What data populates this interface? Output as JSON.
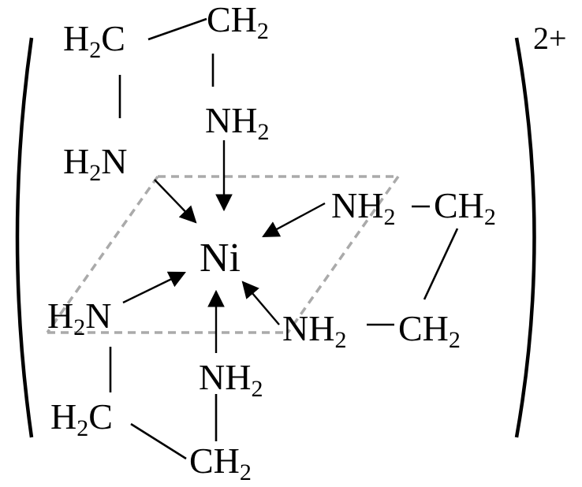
{
  "complex": {
    "metal": "Ni",
    "charge": "2+"
  },
  "ligands": [
    {
      "name": "ethylenediamine-top",
      "carbons": [
        {
          "main": "H",
          "sub": "2",
          "tail": "C"
        },
        {
          "main": "CH",
          "sub": "2",
          "tail": ""
        }
      ],
      "nitrogens": [
        {
          "main": "NH",
          "sub": "2",
          "tail": ""
        },
        {
          "main": "H",
          "sub": "2",
          "tail": "N"
        }
      ]
    },
    {
      "name": "ethylenediamine-right",
      "carbons": [
        {
          "main": "CH",
          "sub": "2",
          "tail": ""
        },
        {
          "main": "CH",
          "sub": "2",
          "tail": ""
        }
      ],
      "nitrogens": [
        {
          "main": "NH",
          "sub": "2",
          "tail": ""
        },
        {
          "main": "NH",
          "sub": "2",
          "tail": ""
        }
      ]
    },
    {
      "name": "ethylenediamine-bottom",
      "carbons": [
        {
          "main": "H",
          "sub": "2",
          "tail": "C"
        },
        {
          "main": "CH",
          "sub": "2",
          "tail": ""
        }
      ],
      "nitrogens": [
        {
          "main": "H",
          "sub": "2",
          "tail": "N"
        },
        {
          "main": "NH",
          "sub": "2",
          "tail": ""
        }
      ]
    }
  ],
  "colors": {
    "ink": "#000000",
    "plane": "#aaaaaa"
  }
}
